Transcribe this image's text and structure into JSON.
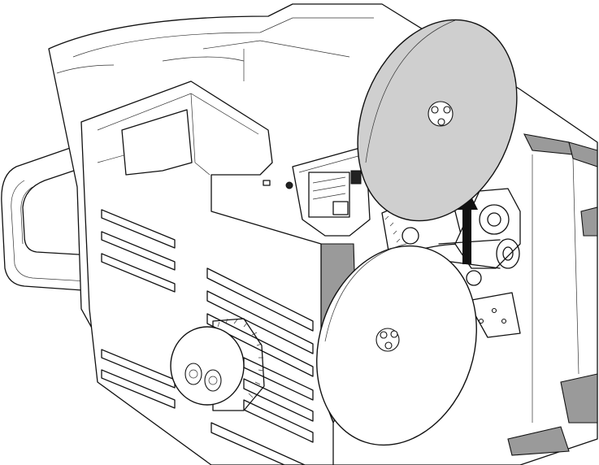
{
  "illustration": {
    "parts": [
      {
        "id": "removed-disc",
        "icon": "disc-removed-icon"
      },
      {
        "id": "installed-disc",
        "icon": "disc-installed-icon"
      },
      {
        "id": "lift-arrow",
        "icon": "arrow-up-icon"
      },
      {
        "id": "housing",
        "icon": "fixture-housing-icon"
      },
      {
        "id": "gear",
        "icon": "gear-icon"
      },
      {
        "id": "pcb",
        "icon": "circuit-board-icon"
      },
      {
        "id": "motor",
        "icon": "motor-pulley-icon"
      },
      {
        "id": "fan-vents",
        "icon": "vent-slats-icon"
      },
      {
        "id": "cable-gland",
        "icon": "cable-gland-icon"
      }
    ],
    "colors": {
      "line": "#111111",
      "disc_fill": "#cfcfcf",
      "cutaway_fill": "#9a9a9a",
      "background": "#ffffff"
    }
  }
}
